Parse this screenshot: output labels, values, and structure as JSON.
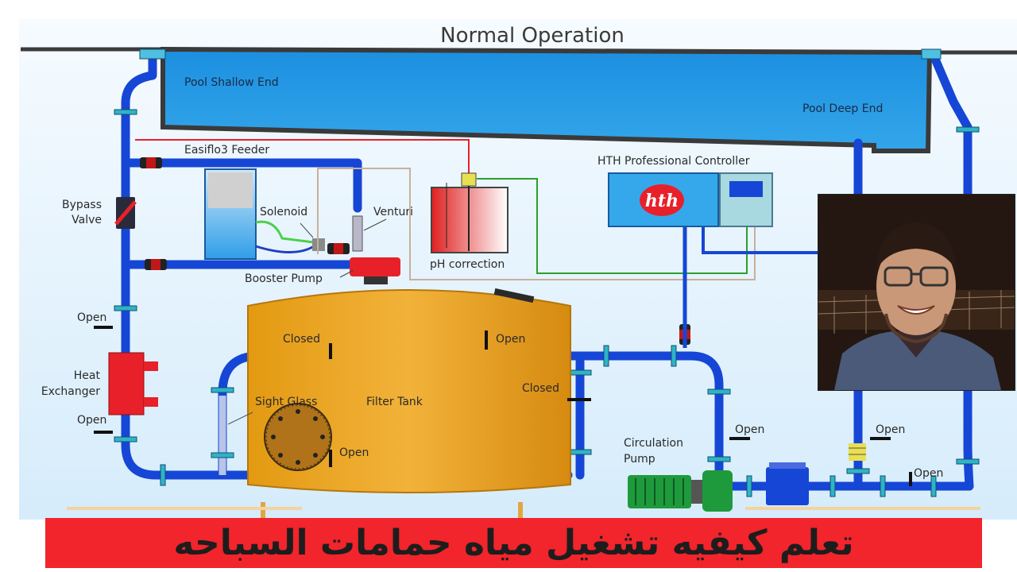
{
  "diagram": {
    "title": "Normal Operation",
    "labels": {
      "pool_shallow": "Pool Shallow End",
      "pool_deep": "Pool Deep End",
      "feeder": "Easiflo3 Feeder",
      "bypass": "Bypass",
      "valve": "Valve",
      "solenoid": "Solenoid",
      "venturi": "Venturi",
      "booster": "Booster Pump",
      "ph": "pH correction",
      "controller": "HTH Professional Controller",
      "hth_logo": "hth",
      "open": "Open",
      "closed": "Closed",
      "heat": "Heat",
      "exchanger": "Exchanger",
      "sight_glass": "Sight Glass",
      "filter_tank": "Filter Tank",
      "circulation": "Circulation",
      "pump": "Pump"
    }
  },
  "caption": "تعلم كيفيه تشغيل مياه حمامات السباحه",
  "colors": {
    "pipe": "#1646d6",
    "water": "#2a9ae0",
    "tank": "#e6a21c",
    "caption_bg": "#f2242c",
    "pump_green": "#1e9a3c",
    "heat_red": "#e8202a"
  }
}
